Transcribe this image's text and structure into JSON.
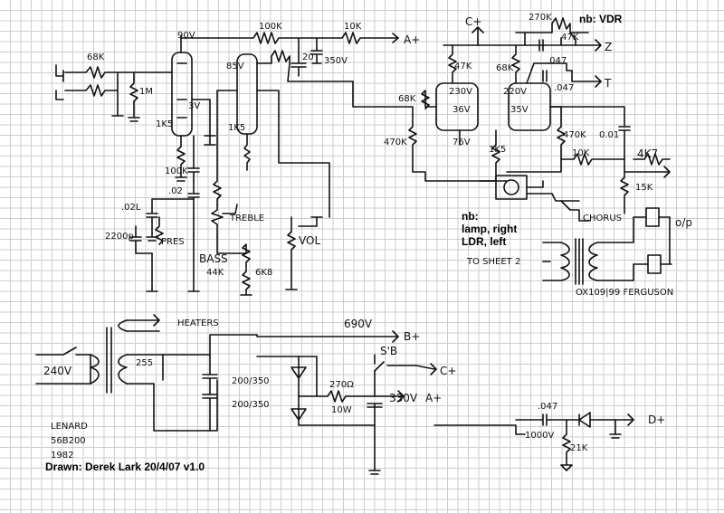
{
  "notes": {
    "vdr": "nb: VDR",
    "lamp_title": "nb:",
    "lamp_line1": "lamp, right",
    "lamp_line2": "LDR, left",
    "drawn_by": "Drawn: Derek Lark 20/4/07 v1.0"
  },
  "labels": {
    "r_68k": "68K",
    "r_1m": "1M",
    "r_1k5": "1K5",
    "v_90": "90V",
    "v_3": "3V",
    "r_100k_top": "100K",
    "r_10k": "10K",
    "rail_a_top": "A+",
    "v_85": "85V",
    "cap_20": "20",
    "v_350": "350V",
    "rail_c_top": "C+",
    "r_270k": "270K",
    "r_47k_b": "47K",
    "z_out": "Z",
    "t_out": "T",
    "r_47k": "47K",
    "r_68k_b": "68K",
    "v_230": "230V",
    "v_220": "220V",
    "cap_047_a": ".047",
    "cap_047_b": ".047",
    "v_36_a": "36V",
    "v_36_b": "35V",
    "r_68k_c": "68K",
    "r_470k_a": "470K",
    "r_470k_b": "470K",
    "v_76": "76V",
    "r_1k5_b": "1K5",
    "cap_001": "0.01",
    "r_4k7": "4K7",
    "r_10k_b": "10K",
    "r_15k": "15K",
    "r_100k_mid": "100K",
    "cap_02_a": ".02",
    "cap_02_b": ".02L",
    "r_1k5_c": "1K5",
    "treble": "TREBLE",
    "pres": "PRES",
    "cap_2200p": "2200p",
    "bass": "BASS",
    "r_44k": "44K",
    "r_6k8": "6K8",
    "vol": "VOL",
    "chorus_sw": "CHORUS",
    "op": "o/p",
    "sheet_ref": "TO SHEET 2",
    "trafo_ref": "OX109|99 FERGUSON",
    "heaters": "HEATERS",
    "v_690": "690V",
    "rail_b": "B+",
    "rail_c_bot": "C+",
    "v_240": "240V",
    "sec_255": "255",
    "cap_200_350_a": "200/350",
    "cap_200_350_b": "200/350",
    "r_270": "270Ω",
    "w_10": "10W",
    "v_330": "330V",
    "rail_a_bot": "A+",
    "sw_sb": "S'B",
    "cap_047_c": ".047",
    "v_1000": "1000V",
    "r_21k": "21K",
    "rail_d": "D+",
    "maker": "LENARD",
    "model": "56B200",
    "year": "1982"
  }
}
